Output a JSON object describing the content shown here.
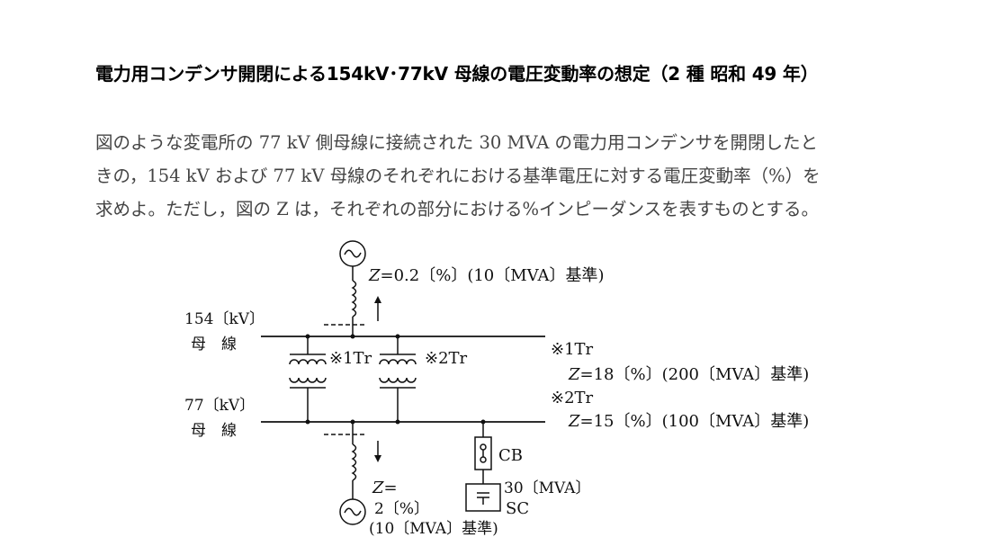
{
  "title": "電力用コンデンサ開閉による154kV･77kV 母線の電圧変動率の想定（2 種 昭和 49 年）",
  "problem": {
    "lines": [
      "図のような変電所の 77 kV 側母線に接続された 30 MVA の電力用コンデンサを開閉したと",
      "きの，154 kV および 77 kV 母線のそれぞれにおける基準電圧に対する電圧変動率（%）を",
      "求めよ。ただし，図の Z は，それぞれの部分における%インピーダンスを表すものとする。"
    ]
  },
  "diagram": {
    "top_source_z": "Z",
    "top_source_rest": "=0.2〔%〕(10〔MVA〕基準)",
    "bus154_label": "154〔kV〕",
    "bus154_label2": "母　線",
    "bus77_label": "77〔kV〕",
    "bus77_label2": "母　線",
    "tr1_label": "※1Tr",
    "tr2_label": "※2Tr",
    "note1_title": "※1Tr",
    "note1_z": "Z",
    "note1_rest": "=18〔%〕(200〔MVA〕基準)",
    "note2_title": "※2Tr",
    "note2_z": "Z",
    "note2_rest": "=15〔%〕(100〔MVA〕基準)",
    "cb_label": "CB",
    "sc_rating": "30〔MVA〕",
    "sc_label": "SC",
    "bottom_source_z": "Z",
    "bottom_source_eq": "=",
    "bottom_source_value": "2〔%〕",
    "bottom_source_base": "(10〔MVA〕基準)"
  }
}
